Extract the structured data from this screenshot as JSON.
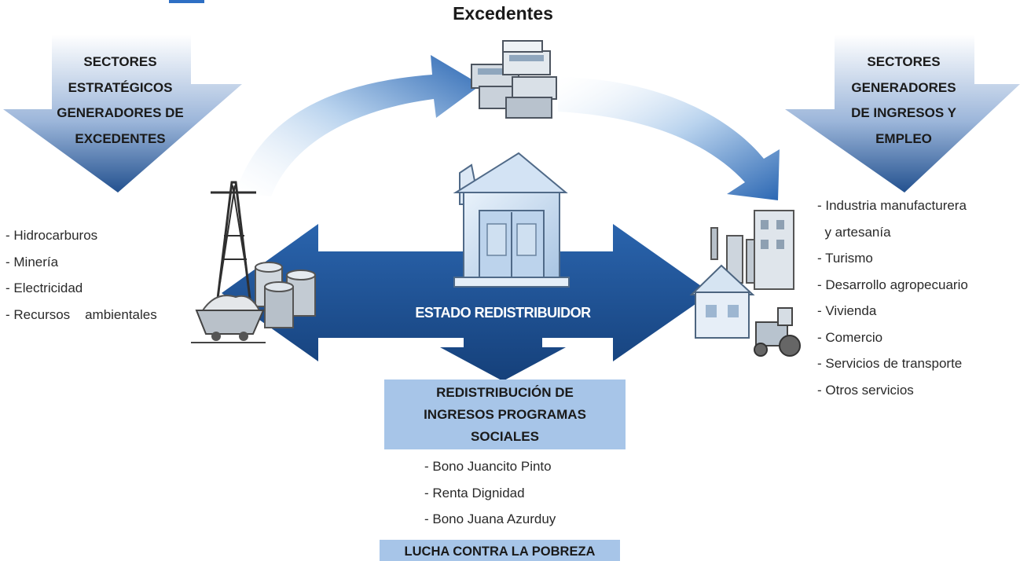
{
  "top_label": "Excedentes",
  "left_sector": {
    "lines": [
      "SECTORES",
      "ESTRATÉGICOS",
      "GENERADORES DE",
      "EXCEDENTES"
    ],
    "items": [
      "- Hidrocarburos",
      "- Minería",
      "- Electricidad",
      "- Recursos    ambientales"
    ]
  },
  "right_sector": {
    "lines": [
      "SECTORES",
      "GENERADORES",
      "DE INGRESOS Y",
      "EMPLEO"
    ],
    "items": [
      "- Industria manufacturera",
      "  y artesanía",
      "- Turismo",
      "- Desarrollo agropecuario",
      "- Vivienda",
      "- Comercio",
      "- Servicios de transporte",
      "- Otros servicios"
    ]
  },
  "center_label": "ESTADO REDISTRIBUIDOR",
  "redistribution_box": {
    "lines": [
      "REDISTRIBUCIÓN DE",
      "INGRESOS PROGRAMAS",
      "SOCIALES"
    ],
    "items": [
      "- Bono Juancito Pinto",
      "- Renta Dignidad",
      "- Bono Juana Azurduy"
    ]
  },
  "poverty_box": "LUCHA CONTRA LA POBREZA",
  "icons": [
    "money-stack-icon",
    "bank-building-icon",
    "oil-tower-icon",
    "oil-barrels-icon",
    "mine-cart-icon",
    "factory-icon",
    "house-icon",
    "tractor-icon"
  ],
  "colors": {
    "arrow_dark": "#1f4e8c",
    "arrow_light": "#a9c8e8",
    "box_fill": "#a7c5e8",
    "top_blue": "#2e6fc4"
  }
}
